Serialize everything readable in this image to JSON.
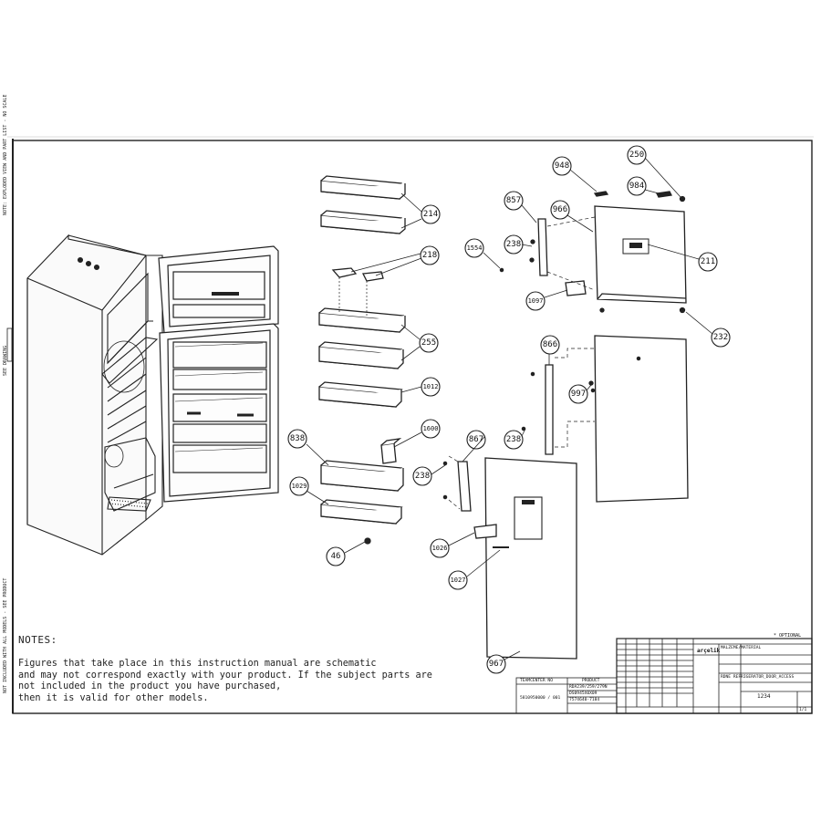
{
  "frame": {
    "side_labels": [
      "NOTE: EXPLODED VIEW AND PART LIST - NO SCALE",
      "SEE DRAWING",
      "NOT INCLUDED WITH ALL MODELS - SEE PRODUCT"
    ]
  },
  "callouts": [
    "214",
    "218",
    "255",
    "1012",
    "1600",
    "838",
    "1029",
    "46",
    "1554",
    "857",
    "966",
    "238",
    "948",
    "984",
    "250",
    "211",
    "1097",
    "232",
    "866",
    "997",
    "238",
    "867",
    "238",
    "1026",
    "1027",
    "967"
  ],
  "notes": {
    "title": "NOTES:",
    "lines": [
      "Figures that take place in this instruction manual are schematic",
      "and may not correspond exactly with your product. If the subject parts are",
      "not included in the product you have purchased,",
      "then it is valid for other models."
    ]
  },
  "title_block": {
    "optional": "* OPTIONAL",
    "teamcenter_header": "TEAMCENTER NO",
    "teamcenter_value": "5810950000 / 001",
    "product_header": "PRODUCT",
    "product_values": [
      "RDA239/259/279N",
      "DS0945X0X09",
      "7574640-7184"
    ],
    "material": "MALZEME/MATERIAL",
    "brand": "arçelik",
    "title": "RDNE REFRIGERATOR_DOOR_ACCESS",
    "drawing_no": "1234",
    "sheet": "1/1"
  }
}
